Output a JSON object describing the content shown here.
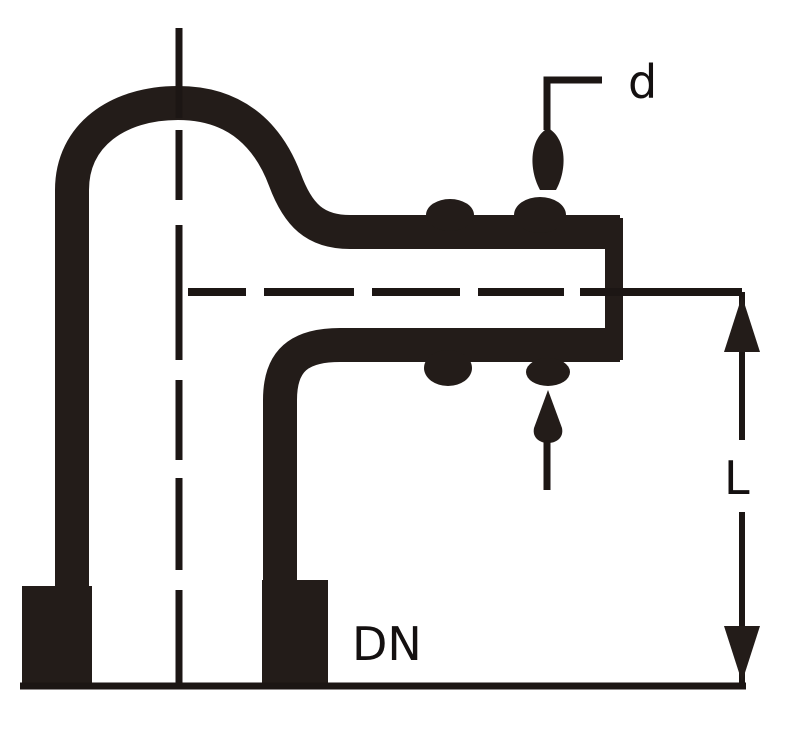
{
  "labels": {
    "branch_diameter": "d",
    "nominal_diameter": "DN",
    "length": "L"
  },
  "colors": {
    "pipe": "#231c19",
    "line": "#1c1614",
    "text": "#141010",
    "background": "#ffffff"
  }
}
